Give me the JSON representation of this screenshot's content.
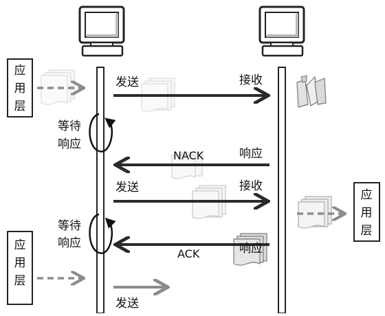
{
  "app_layer_label": "应用层",
  "labels": {
    "send_1": "发送",
    "receive_1": "接收",
    "wait_1": [
      "等待",
      "响应"
    ],
    "response_1": "响应",
    "nack": "NACK",
    "send_2": "发送",
    "receive_2": "接收",
    "wait_2": [
      "等待",
      "响应"
    ],
    "response_2": "响应",
    "ack": "ACK",
    "send_3": "发送"
  },
  "colors": {
    "line": "#222222",
    "arrow_dark": "#2a2a2a",
    "arrow_gray": "#8c8c8c",
    "doc_fill": "#ededed",
    "doc_stroke": "#9a9a9a"
  },
  "icons": [
    "computer-icon",
    "document-stack-icon",
    "shredded-document-icon",
    "wait-loop-icon"
  ]
}
